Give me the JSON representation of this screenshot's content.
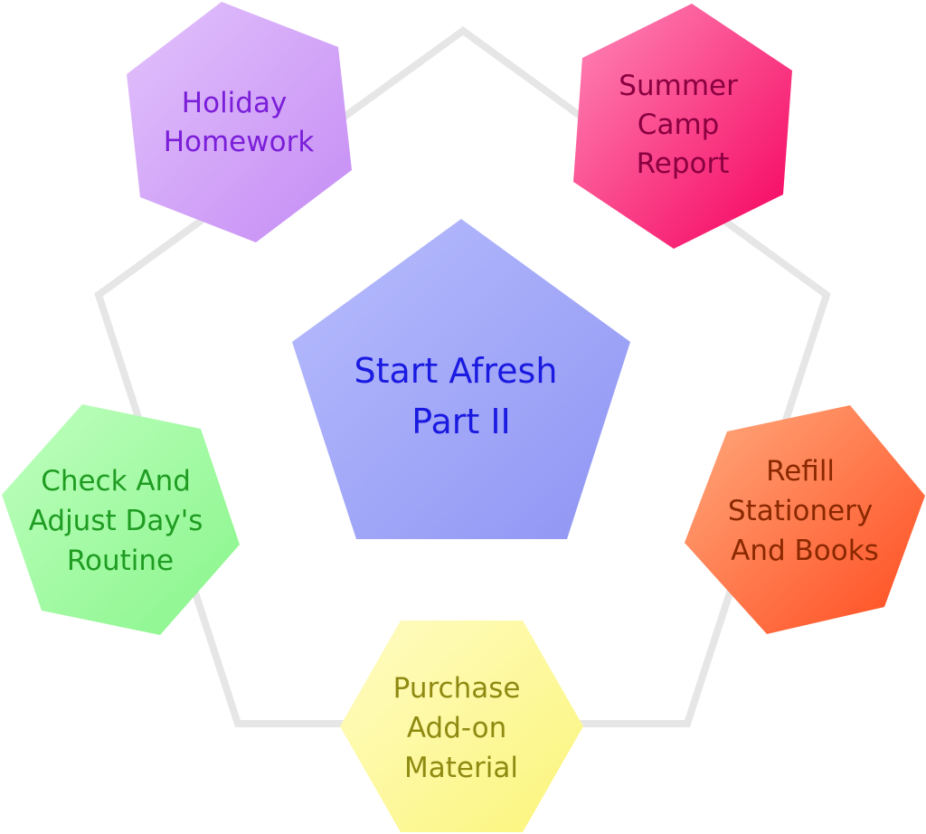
{
  "center": {
    "lines": [
      "Start Afresh",
      "Part II"
    ],
    "text_color": "#1a1ae0",
    "fill_start": "#8f95f3",
    "fill_end": "#b8bdfd"
  },
  "ring_color": "#e6e6e6",
  "nodes": [
    {
      "id": "holiday-homework",
      "lines": [
        "Holiday",
        "Homework"
      ],
      "text_color": "#7a1ed8",
      "fill_start": "#e2c2fb",
      "fill_end": "#c58cf5"
    },
    {
      "id": "summer-camp-report",
      "lines": [
        "Summer",
        "Camp",
        "Report"
      ],
      "text_color": "#8a0040",
      "fill_start": "#ff8ab8",
      "fill_end": "#f5005e"
    },
    {
      "id": "refill-stationery",
      "lines": [
        "Refill",
        "Stationery",
        "And Books"
      ],
      "text_color": "#8a2800",
      "fill_start": "#ffab7e",
      "fill_end": "#ff4a1e"
    },
    {
      "id": "purchase-add-on",
      "lines": [
        "Purchase",
        "Add-on",
        "Material"
      ],
      "text_color": "#8f8a12",
      "fill_start": "#fffcc4",
      "fill_end": "#fbf57a"
    },
    {
      "id": "check-routine",
      "lines": [
        "Check And",
        "Adjust Day's",
        "Routine"
      ],
      "text_color": "#1f9c22",
      "fill_start": "#bfffbf",
      "fill_end": "#88f58a"
    }
  ]
}
